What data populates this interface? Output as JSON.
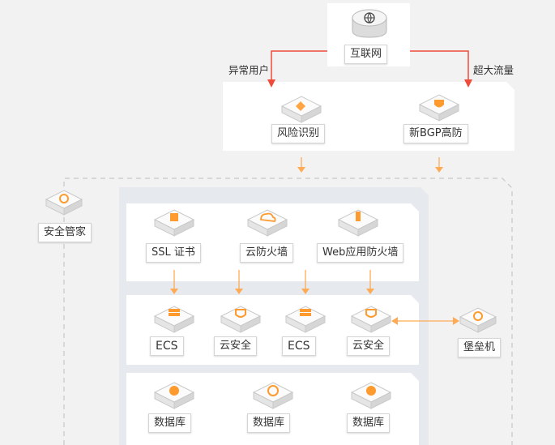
{
  "colors": {
    "accent": "#ff9a2e",
    "red": "#f04b3a",
    "bg": "#f2f2f2",
    "panel": "#ffffff",
    "tray": "#e6e9ee"
  },
  "nodes": {
    "internet": {
      "label": "互联网",
      "icon": "globe-icon"
    },
    "risk": {
      "label": "风险识别",
      "icon": "risk-icon"
    },
    "bgp": {
      "label": "新BGP高防",
      "icon": "shield-icon"
    },
    "security_manager": {
      "label": "安全管家",
      "icon": "manager-icon"
    },
    "ssl": {
      "label": "SSL 证书",
      "icon": "certificate-icon"
    },
    "cloud_firewall": {
      "label": "云防火墙",
      "icon": "cloud-firewall-icon"
    },
    "waf": {
      "label": "Web应用防火墙",
      "icon": "waf-icon"
    },
    "ecs1": {
      "label": "ECS",
      "icon": "server-icon"
    },
    "cloudsec1": {
      "label": "云安全",
      "icon": "cloud-security-icon"
    },
    "ecs2": {
      "label": "ECS",
      "icon": "server-icon"
    },
    "cloudsec2": {
      "label": "云安全",
      "icon": "cloud-security-icon"
    },
    "bastion": {
      "label": "堡垒机",
      "icon": "bastion-icon"
    },
    "db1": {
      "label": "数据库",
      "icon": "database-icon"
    },
    "db2": {
      "label": "数据库",
      "icon": "database-icon"
    },
    "db3": {
      "label": "数据库",
      "icon": "database-icon"
    }
  },
  "edges": {
    "abnormal_users": "异常用户",
    "super_traffic": "超大流量"
  }
}
